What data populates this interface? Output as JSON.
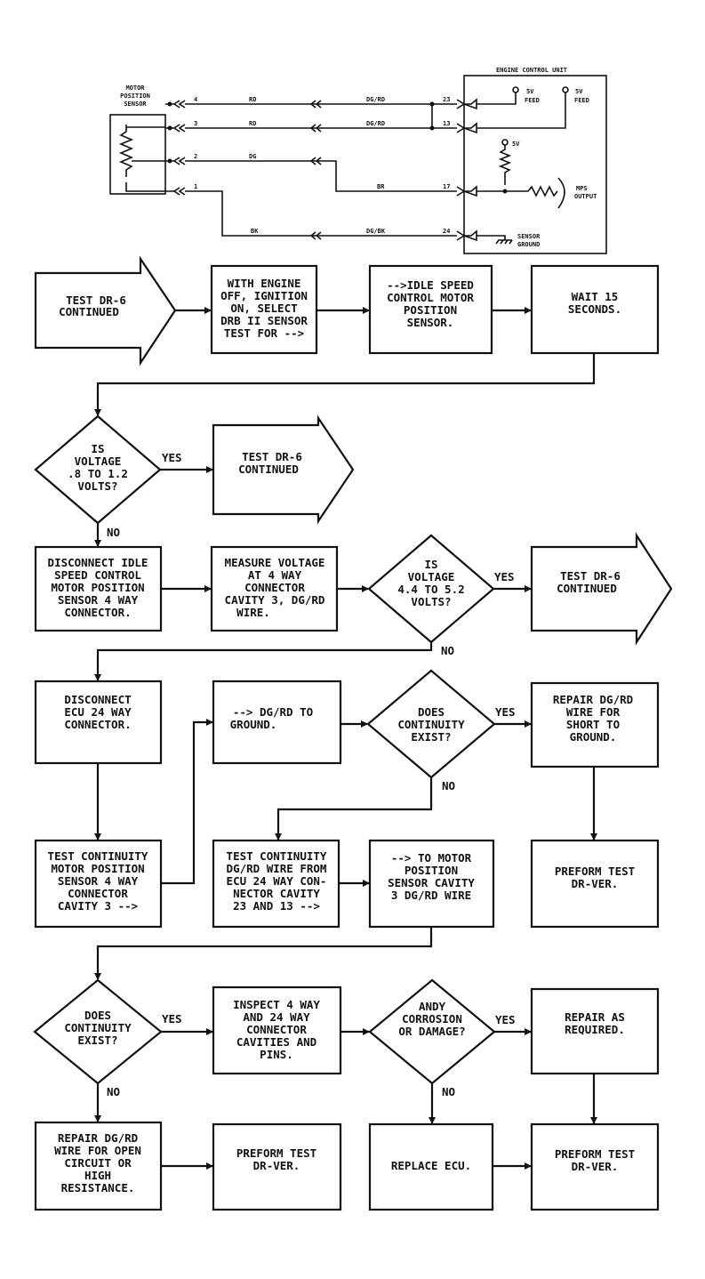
{
  "wiring": {
    "sensor_label": [
      "MOTOR",
      "POSITION",
      "SENSOR"
    ],
    "ecu_label": "ENGINE CONTROL UNIT",
    "wires": [
      {
        "pin": "4",
        "color_sensor_side": "RD",
        "color_ecu_side": "DG/RD",
        "ecu_pin": "23"
      },
      {
        "pin": "3",
        "color_sensor_side": "RD",
        "color_ecu_side": "DG/RD",
        "ecu_pin": "13"
      },
      {
        "pin": "2",
        "color_sensor_side": "DG",
        "color_ecu_side": "BR",
        "ecu_pin": "17"
      },
      {
        "pin": "1",
        "color_sensor_side": "BK",
        "color_ecu_side": "DG/BK",
        "ecu_pin": "24"
      }
    ],
    "feed1": [
      "5V",
      "FEED"
    ],
    "feed2": [
      "5V",
      "FEED"
    ],
    "pullup": "5V",
    "mps_output": [
      "MPS",
      "OUTPUT"
    ],
    "sensor_ground": [
      "SENSOR",
      "GROUND"
    ]
  },
  "flow": {
    "start": [
      "TEST DR-6",
      "CONTINUED"
    ],
    "s1": [
      "WITH ENGINE",
      "OFF, IGNITION",
      "ON, SELECT",
      "DRB II SENSOR",
      "TEST FOR -->"
    ],
    "s2": [
      "-->IDLE SPEED",
      "CONTROL MOTOR",
      "POSITION",
      "SENSOR."
    ],
    "s3": [
      "WAIT 15",
      "SECONDS."
    ],
    "d1": [
      "IS",
      "VOLTAGE",
      ".8 TO 1.2",
      "VOLTS?"
    ],
    "d1_yes": [
      "TEST DR-6",
      "CONTINUED"
    ],
    "s4": [
      "DISCONNECT IDLE",
      "SPEED CONTROL",
      "MOTOR POSITION",
      "SENSOR 4 WAY",
      "CONNECTOR."
    ],
    "s5": [
      "MEASURE VOLTAGE",
      "AT 4 WAY",
      "CONNECTOR",
      "CAVITY 3, DG/RD",
      "WIRE."
    ],
    "d2": [
      "IS",
      "VOLTAGE",
      "4.4 TO 5.2",
      "VOLTS?"
    ],
    "d2_yes": [
      "TEST DR-6",
      "CONTINUED"
    ],
    "s6": [
      "DISCONNECT",
      "ECU 24 WAY",
      "CONNECTOR."
    ],
    "s7": [
      "--> DG/RD TO",
      "GROUND."
    ],
    "d3": [
      "DOES",
      "CONTINUITY",
      "EXIST?"
    ],
    "s8": [
      "REPAIR DG/RD",
      "WIRE FOR",
      "SHORT TO",
      "GROUND."
    ],
    "s9": [
      "TEST CONTINUITY",
      "MOTOR POSITION",
      "SENSOR 4 WAY",
      "CONNECTOR",
      "CAVITY 3 -->"
    ],
    "s10": [
      "TEST CONTINUITY",
      "DG/RD WIRE FROM",
      "ECU 24 WAY CON-",
      "NECTOR CAVITY",
      "23 AND 13 -->"
    ],
    "s11": [
      "--> TO MOTOR",
      "POSITION",
      "SENSOR CAVITY",
      "3 DG/RD WIRE"
    ],
    "s12": [
      "PREFORM TEST",
      "DR-VER."
    ],
    "d4": [
      "DOES",
      "CONTINUITY",
      "EXIST?"
    ],
    "s13": [
      "INSPECT 4 WAY",
      "AND 24 WAY",
      "CONNECTOR",
      "CAVITIES AND",
      "PINS."
    ],
    "d5": [
      "ANDY",
      "CORROSION",
      "OR DAMAGE?"
    ],
    "s14": [
      "REPAIR AS",
      "REQUIRED."
    ],
    "s15": [
      "REPAIR DG/RD",
      "WIRE FOR OPEN",
      "CIRCUIT OR",
      "HIGH",
      "RESISTANCE."
    ],
    "s16": [
      "PREFORM TEST",
      "DR-VER."
    ],
    "s17": [
      "REPLACE ECU."
    ],
    "s18": [
      "PREFORM TEST",
      "DR-VER."
    ],
    "yes": "YES",
    "no": "NO"
  }
}
